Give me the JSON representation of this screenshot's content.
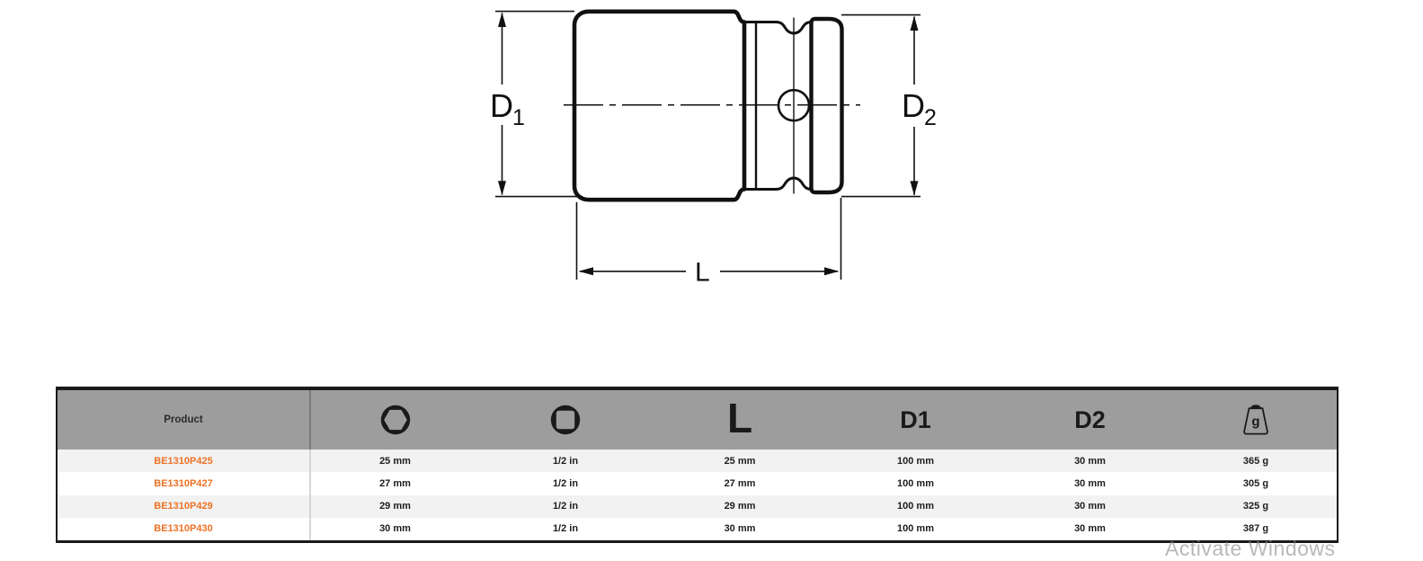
{
  "diagram": {
    "d1": {
      "main": "D",
      "sub": "1"
    },
    "d2": {
      "main": "D",
      "sub": "2"
    },
    "l": "L"
  },
  "table": {
    "header": {
      "product_label": "Product",
      "hex_icon": "hex-socket-icon",
      "square_icon": "square-drive-icon",
      "l_label": "L",
      "d1_label": "D1",
      "d2_label": "D2",
      "weight_icon": "weight-icon",
      "weight_unit": "g"
    },
    "rows": [
      {
        "product": "BE1310P425",
        "hex": "25 mm",
        "drive": "1/2 in",
        "l": "25 mm",
        "d1": "100 mm",
        "d2": "30 mm",
        "weight": "365 g"
      },
      {
        "product": "BE1310P427",
        "hex": "27 mm",
        "drive": "1/2 in",
        "l": "27 mm",
        "d1": "100 mm",
        "d2": "30 mm",
        "weight": "305 g"
      },
      {
        "product": "BE1310P429",
        "hex": "29 mm",
        "drive": "1/2 in",
        "l": "29 mm",
        "d1": "100 mm",
        "d2": "30 mm",
        "weight": "325 g"
      },
      {
        "product": "BE1310P430",
        "hex": "30 mm",
        "drive": "1/2 in",
        "l": "30 mm",
        "d1": "100 mm",
        "d2": "30 mm",
        "weight": "387 g"
      }
    ]
  },
  "watermark": {
    "text": "Activate Windows"
  },
  "colors": {
    "product_link": "#ee7125",
    "header_bg": "#9d9d9d",
    "row_alt_bg": "#f2f2f2",
    "table_border": "#1a1a1a",
    "diagram_stroke": "#111111",
    "watermark_text": "#8a8a8a"
  }
}
